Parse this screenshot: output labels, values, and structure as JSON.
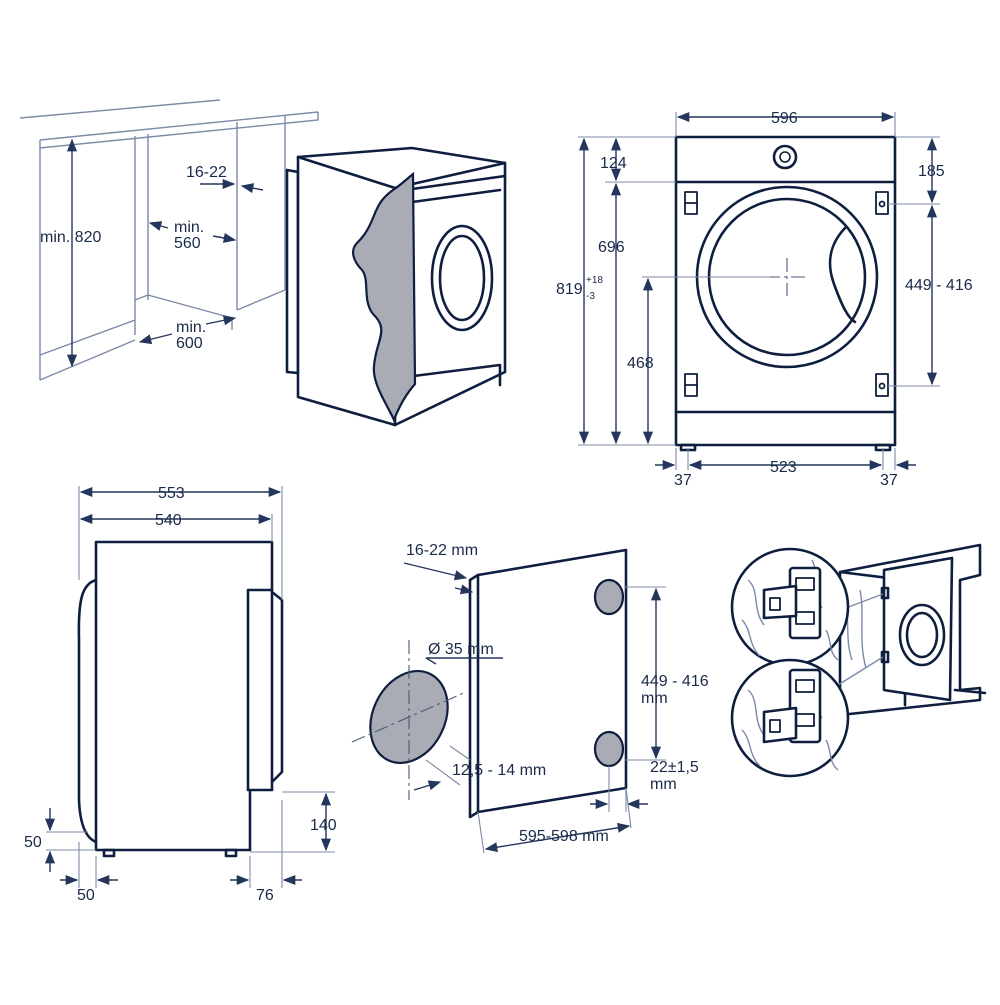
{
  "colors": {
    "line": "#0e1e3e",
    "text": "#1a2a4a",
    "panel_grey": "#a9acb5",
    "background": "#ffffff"
  },
  "niche": {
    "min_height": "min. 820",
    "gap": "16-22",
    "min_width": "min.",
    "min_width_value": "560",
    "min_depth": "min.",
    "min_depth_value": "600"
  },
  "front": {
    "width": "596",
    "top_offset": "124",
    "hinge_top": "185",
    "door_height": "696",
    "total_height": "819",
    "tolerance_plus": "+18",
    "tolerance_minus": "-3",
    "center_height": "468",
    "hinge_spacing": "449 - 416",
    "foot_left": "37",
    "foot_span": "523",
    "foot_right": "37"
  },
  "side": {
    "depth_total": "553",
    "depth_body": "540",
    "plinth_height": "140",
    "bottom_offset": "50",
    "rear_offset": "50",
    "front_offset": "76"
  },
  "door_panel": {
    "thickness": "16-22 mm",
    "hole_diameter": "Ø 35 mm",
    "hole_depth": "12,5 - 14 mm",
    "hinge_spacing": "449 - 416",
    "hinge_spacing_unit": "mm",
    "edge_offset": "22±1,5",
    "edge_offset_unit": "mm",
    "panel_width": "595-598 mm"
  },
  "hinge_detail": {
    "icons": [
      "hinge-upper-icon",
      "hinge-lower-icon",
      "built-in-washer-icon"
    ]
  }
}
